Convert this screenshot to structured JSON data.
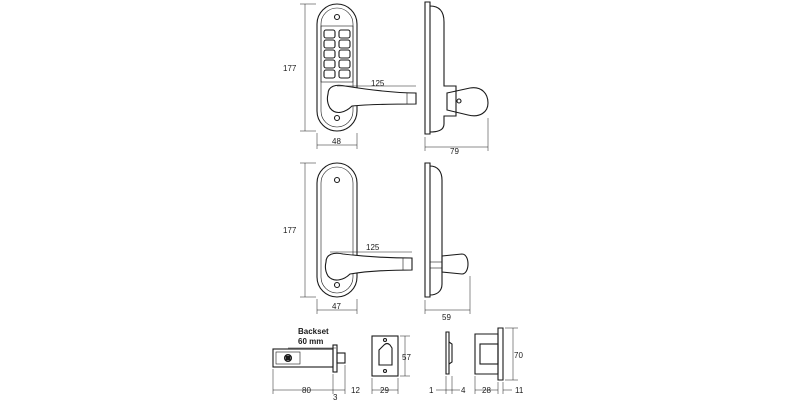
{
  "dimensions": {
    "front_top_height": "177",
    "front_top_lever": "125",
    "front_top_width": "48",
    "side_top_depth": "79",
    "front_bottom_height": "177",
    "front_bottom_lever": "125",
    "front_bottom_width": "47",
    "side_bottom_depth": "59",
    "latch_backset_label": "Backset",
    "latch_backset_value": "60 mm",
    "latch_length": "80",
    "latch_face": "12",
    "latch_small": "3",
    "strike_width": "29",
    "strike_height": "57",
    "keep_a": "1",
    "keep_b": "4",
    "keep_depth": "28",
    "keep_height": "70",
    "keep_offset": "11"
  }
}
